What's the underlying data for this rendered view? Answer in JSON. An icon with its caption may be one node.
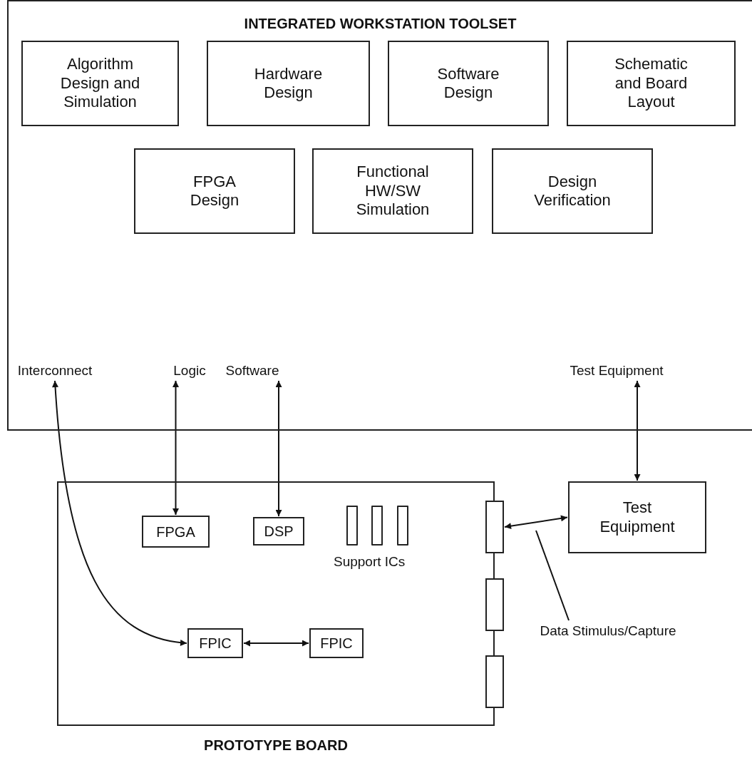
{
  "diagram": {
    "nodes": [
      {
        "text": [
          "INTEGRATED WORKSTATION TOOLSET"
        ]
      },
      {
        "text": [
          "Algorithm Design and Simulation"
        ],
        "in": 0
      },
      {
        "text": [
          "Hardware Design"
        ],
        "in": 0
      },
      {
        "text": [
          "Software Design"
        ],
        "in": 0
      },
      {
        "text": [
          "Schematic and Board Layout"
        ],
        "in": 0
      },
      {
        "text": [
          "FPGA Design"
        ],
        "in": 0
      },
      {
        "text": [
          "Functional HW/SW Simulation"
        ],
        "in": 0
      },
      {
        "text": [
          "Design Verification"
        ],
        "in": 0
      },
      {
        "text": [
          "Interconnect"
        ],
        "in": 0
      },
      {
        "text": [
          "Logic"
        ],
        "in": 0
      },
      {
        "text": [
          "Software"
        ],
        "in": 0
      },
      {
        "text": [
          "Test Equipment"
        ],
        "in": 0
      },
      {
        "text": [
          "PROTOTYPE BOARD"
        ]
      },
      {
        "text": [
          "FPGA"
        ],
        "in": 12
      },
      {
        "text": [
          "DSP"
        ],
        "in": 12
      },
      {
        "text": [],
        "shape": "bar",
        "in": 12
      },
      {
        "text": [],
        "shape": "bar",
        "in": 12
      },
      {
        "text": [],
        "shape": "bar",
        "in": 12
      },
      {
        "text": [
          "FPIC"
        ],
        "in": 12
      },
      {
        "text": [
          "FPIC"
        ],
        "in": 12
      },
      {
        "text": [],
        "shape": "box"
      },
      {
        "text": [],
        "shape": "box"
      },
      {
        "text": [],
        "shape": "box"
      },
      {
        "text": [
          "Test Equipment"
        ]
      },
      {
        "text": [
          "Data Stimulus/Capture"
        ]
      }
    ],
    "edges": [
      {
        "from": 8,
        "to": 18,
        "arrow": "both"
      },
      {
        "from": 9,
        "to": 13,
        "arrow": "both"
      },
      {
        "from": 10,
        "to": 14,
        "arrow": "both"
      },
      {
        "from": 11,
        "to": 23,
        "arrow": "both"
      },
      {
        "from": 18,
        "to": 19,
        "arrow": "both"
      },
      {
        "from": 20,
        "to": 23,
        "arrow": "both"
      },
      {
        "from": 24,
        "to": null,
        "arrow": "none"
      }
    ],
    "labels": [
      "Support ICs"
    ]
  }
}
